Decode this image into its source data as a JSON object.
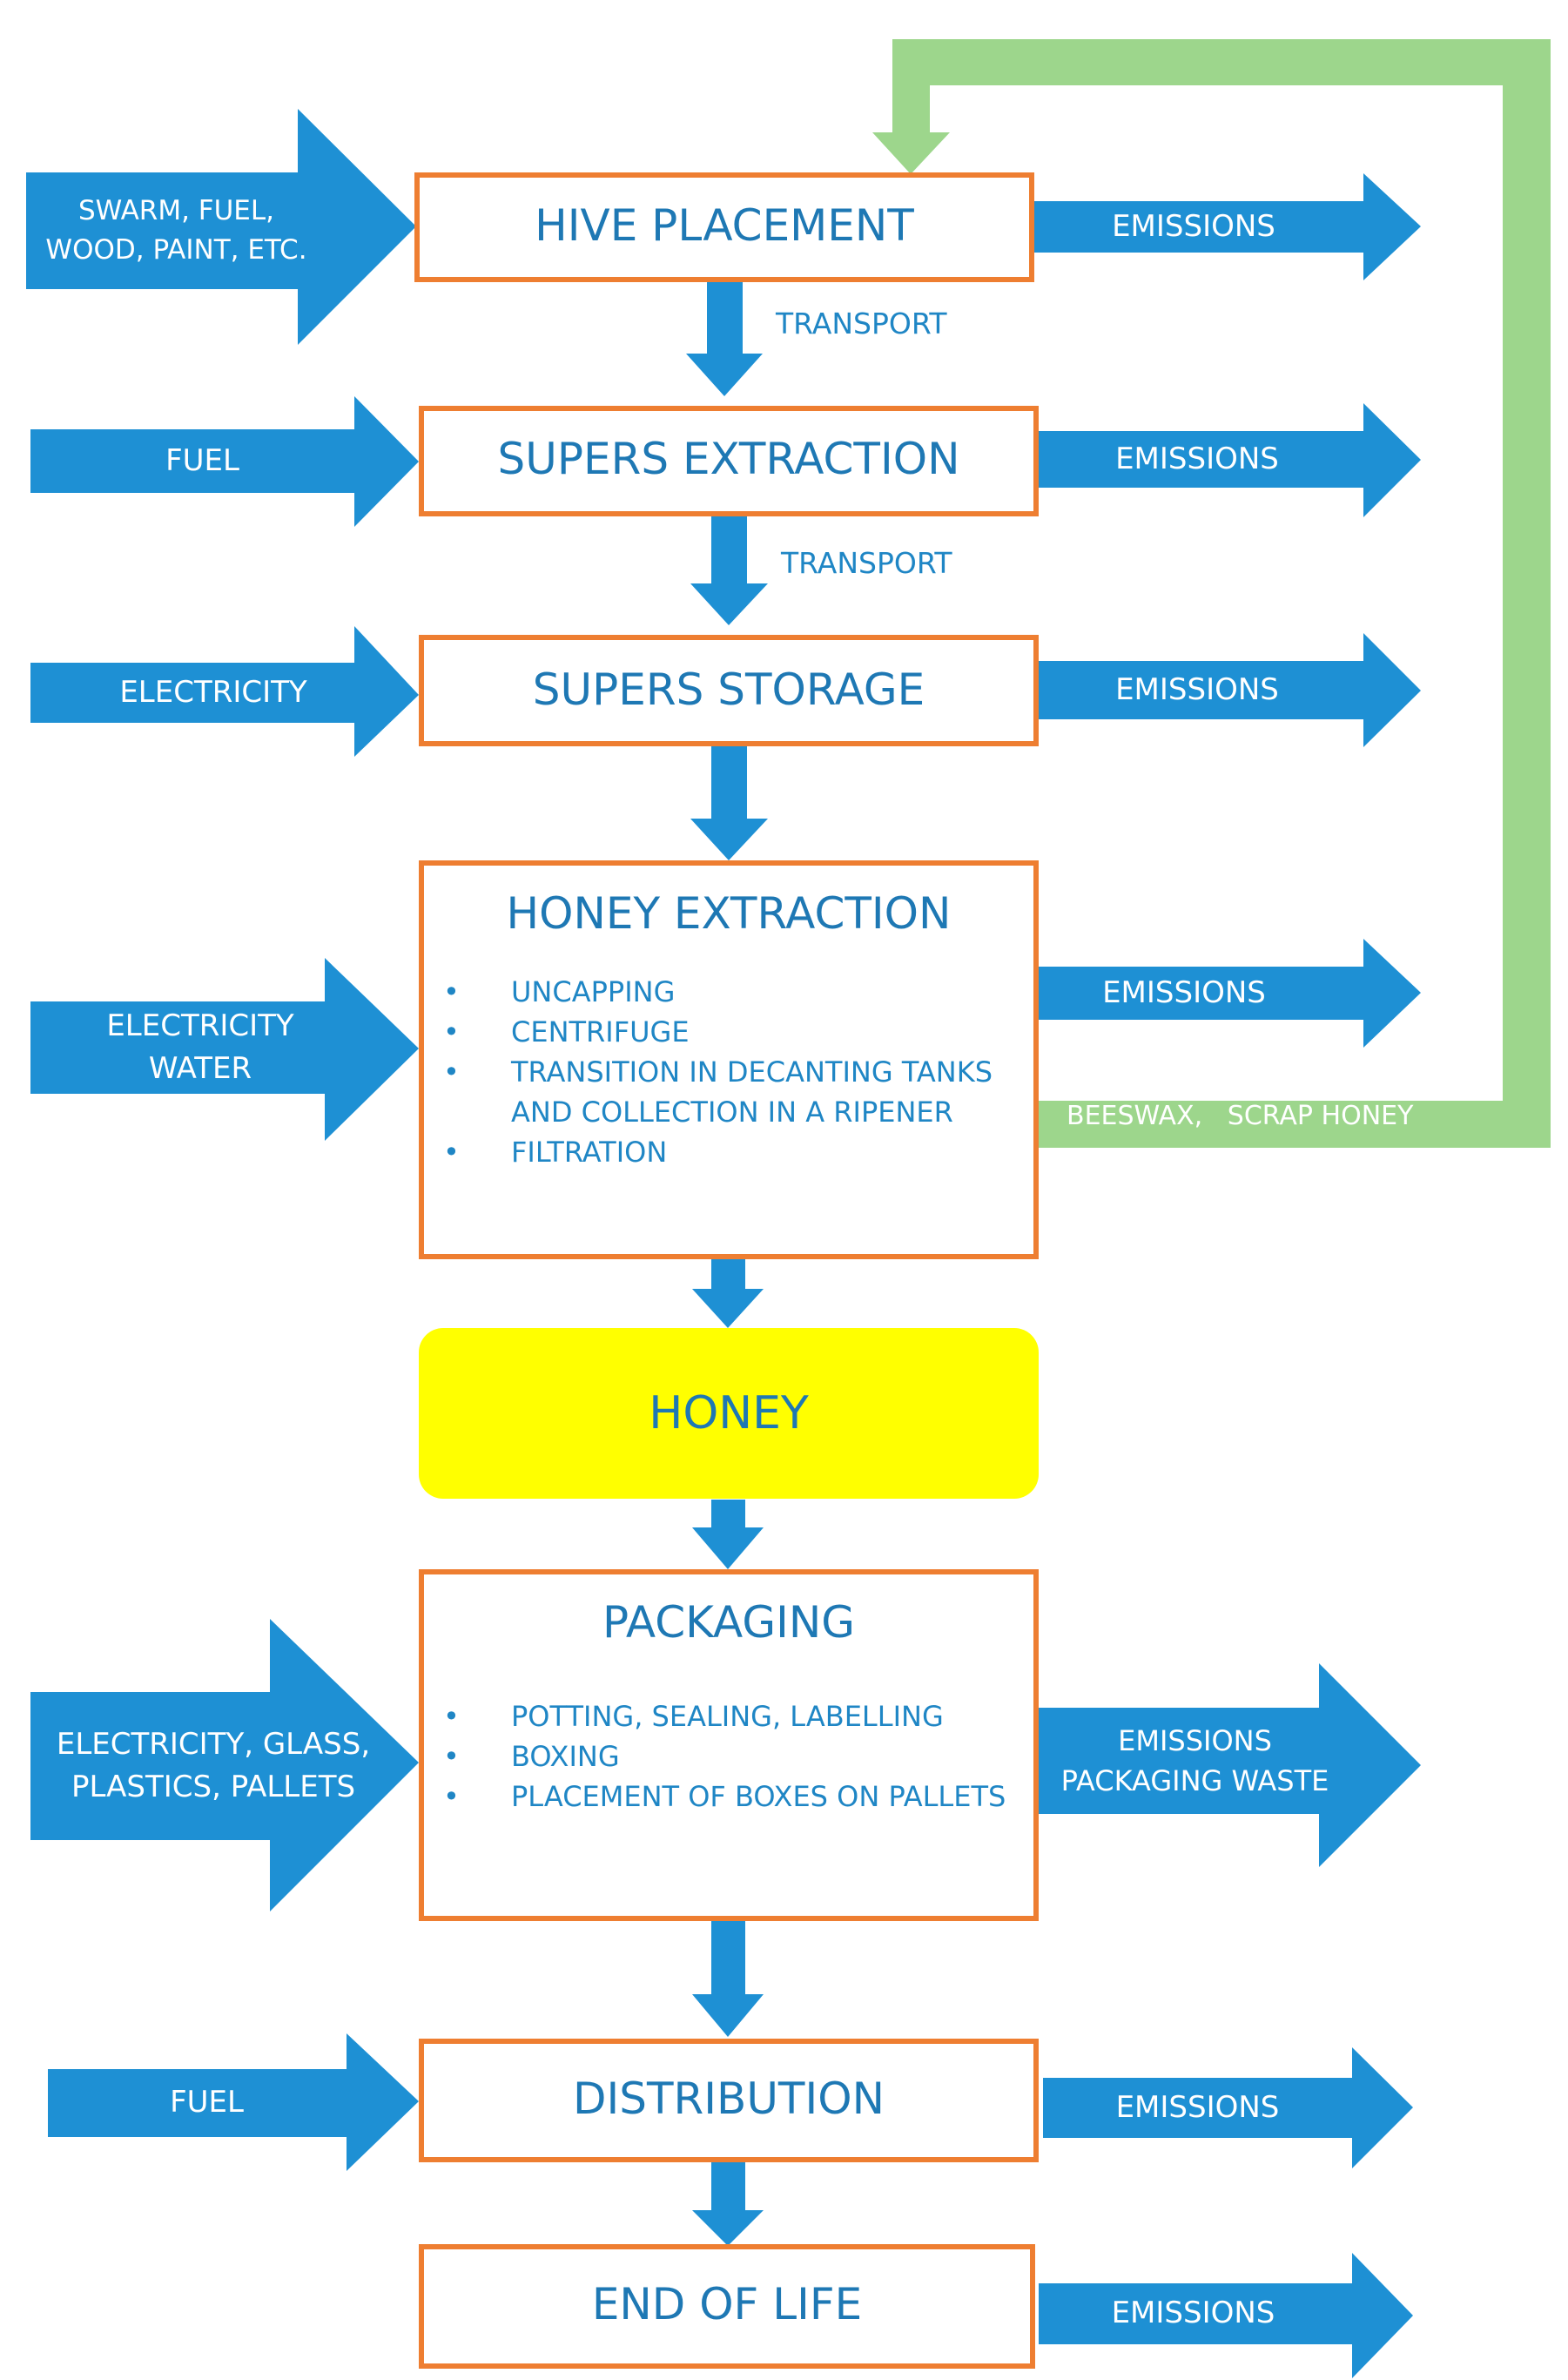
{
  "colors": {
    "arrow_blue": "#1e90d4",
    "box_border_orange": "#ee7e31",
    "title_blue": "#1e78b4",
    "feedback_green": "#9dd68c",
    "honey_yellow": "#ffff00"
  },
  "stages": {
    "hive_placement": "HIVE PLACEMENT",
    "supers_extraction": "SUPERS EXTRACTION",
    "supers_storage": "SUPERS STORAGE",
    "honey_extraction": "HONEY EXTRACTION",
    "honey": "HONEY",
    "packaging": "PACKAGING",
    "distribution": "DISTRIBUTION",
    "end_of_life": "END OF LIFE"
  },
  "honey_extraction_steps": [
    "UNCAPPING",
    "CENTRIFUGE",
    "TRANSITION IN DECANTING TANKS AND COLLECTION IN A RIPENER",
    "FILTRATION"
  ],
  "packaging_steps": [
    "POTTING, SEALING, LABELLING",
    "BOXING",
    "PLACEMENT OF BOXES ON PALLETS"
  ],
  "inputs": {
    "hive_placement": "SWARM, FUEL,\nWOOD, PAINT, ETC.",
    "supers_extraction": "FUEL",
    "supers_storage": "ELECTRICITY",
    "honey_extraction": "ELECTRICITY\nWATER",
    "packaging": "ELECTRICITY, GLASS,\nPLASTICS, PALLETS",
    "distribution": "FUEL"
  },
  "outputs": {
    "hive_placement": "EMISSIONS",
    "supers_extraction": "EMISSIONS",
    "supers_storage": "EMISSIONS",
    "honey_extraction": "EMISSIONS",
    "packaging": "EMISSIONS\nPACKAGING WASTE",
    "distribution": "EMISSIONS",
    "end_of_life": "EMISSIONS"
  },
  "transport_labels": [
    "TRANSPORT",
    "TRANSPORT"
  ],
  "byproducts_label": "BEESWAX,   SCRAP HONEY"
}
